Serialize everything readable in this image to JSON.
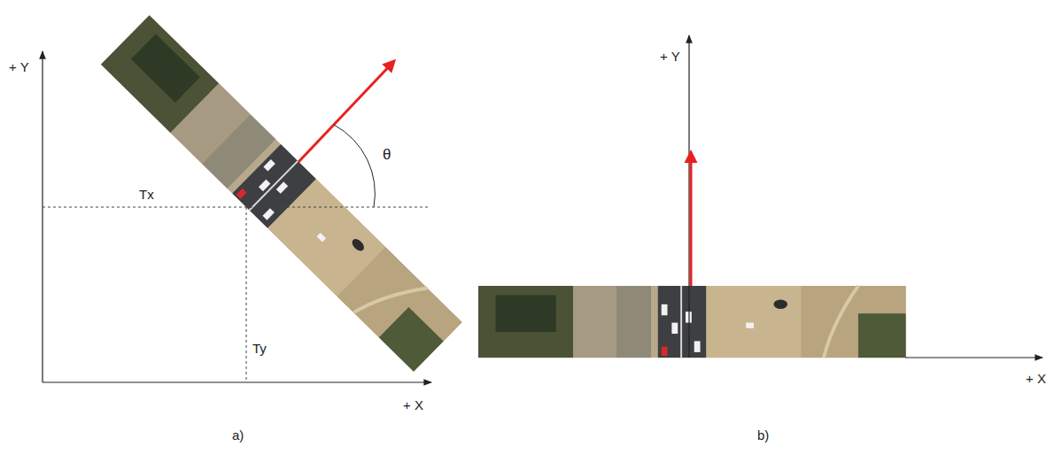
{
  "diagram": {
    "labels": [
      "+ Y",
      "Tx",
      "θ",
      "Ty",
      "+ X",
      "a)",
      "+ Y",
      "+ X",
      "b)"
    ]
  }
}
